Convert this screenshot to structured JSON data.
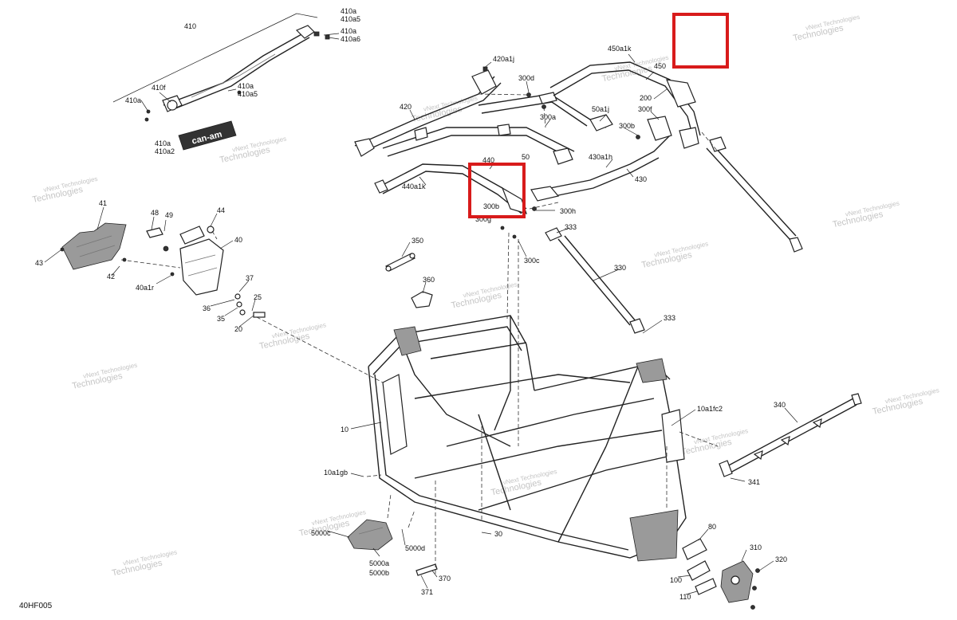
{
  "document_code": "40HF005",
  "watermark": {
    "line1": "vNext Technologies",
    "line2": "Technologies"
  },
  "logo_text": "can-am",
  "labels": {
    "l410": "410",
    "l410a_top": "410a",
    "l410a5_top": "410a5",
    "l410a_mid": "410a",
    "l410a6": "410a6",
    "l410f": "410f",
    "l410a_left": "410a",
    "l410a_right": "410a",
    "l410a5_right": "410a5",
    "l410a_bot": "410a",
    "l410a2": "410a2",
    "l420a1j": "420a1j",
    "l300d": "300d",
    "l450a1k": "450a1k",
    "l450": "450",
    "l200": "200",
    "l50a1j": "50a1j",
    "l300f": "300f",
    "l420": "420",
    "l300a": "300a",
    "l300b_r": "300b",
    "l50": "50",
    "l430a1h": "430a1h",
    "l440": "440",
    "l430": "430",
    "l440a1k": "440a1k",
    "l300b_box": "300b",
    "l300g": "300g",
    "l300h": "300h",
    "l333_top": "333",
    "l300c": "300c",
    "l350": "350",
    "l330": "330",
    "l360": "360",
    "l333_bot": "333",
    "l41": "41",
    "l48": "48",
    "l49": "49",
    "l44": "44",
    "l40": "40",
    "l43": "43",
    "l42": "42",
    "l40a1r": "40a1r",
    "l37": "37",
    "l25": "25",
    "l36": "36",
    "l35": "35",
    "l20": "20",
    "l10": "10",
    "l10a1fc2": "10a1fc2",
    "l340": "340",
    "l10a1gb": "10a1gb",
    "l341": "341",
    "l5000c": "5000c",
    "l5000d": "5000d",
    "l30": "30",
    "l80": "80",
    "l310": "310",
    "l5000a": "5000a",
    "l5000b": "5000b",
    "l370": "370",
    "l320": "320",
    "l100": "100",
    "l371": "371",
    "l110": "110"
  }
}
